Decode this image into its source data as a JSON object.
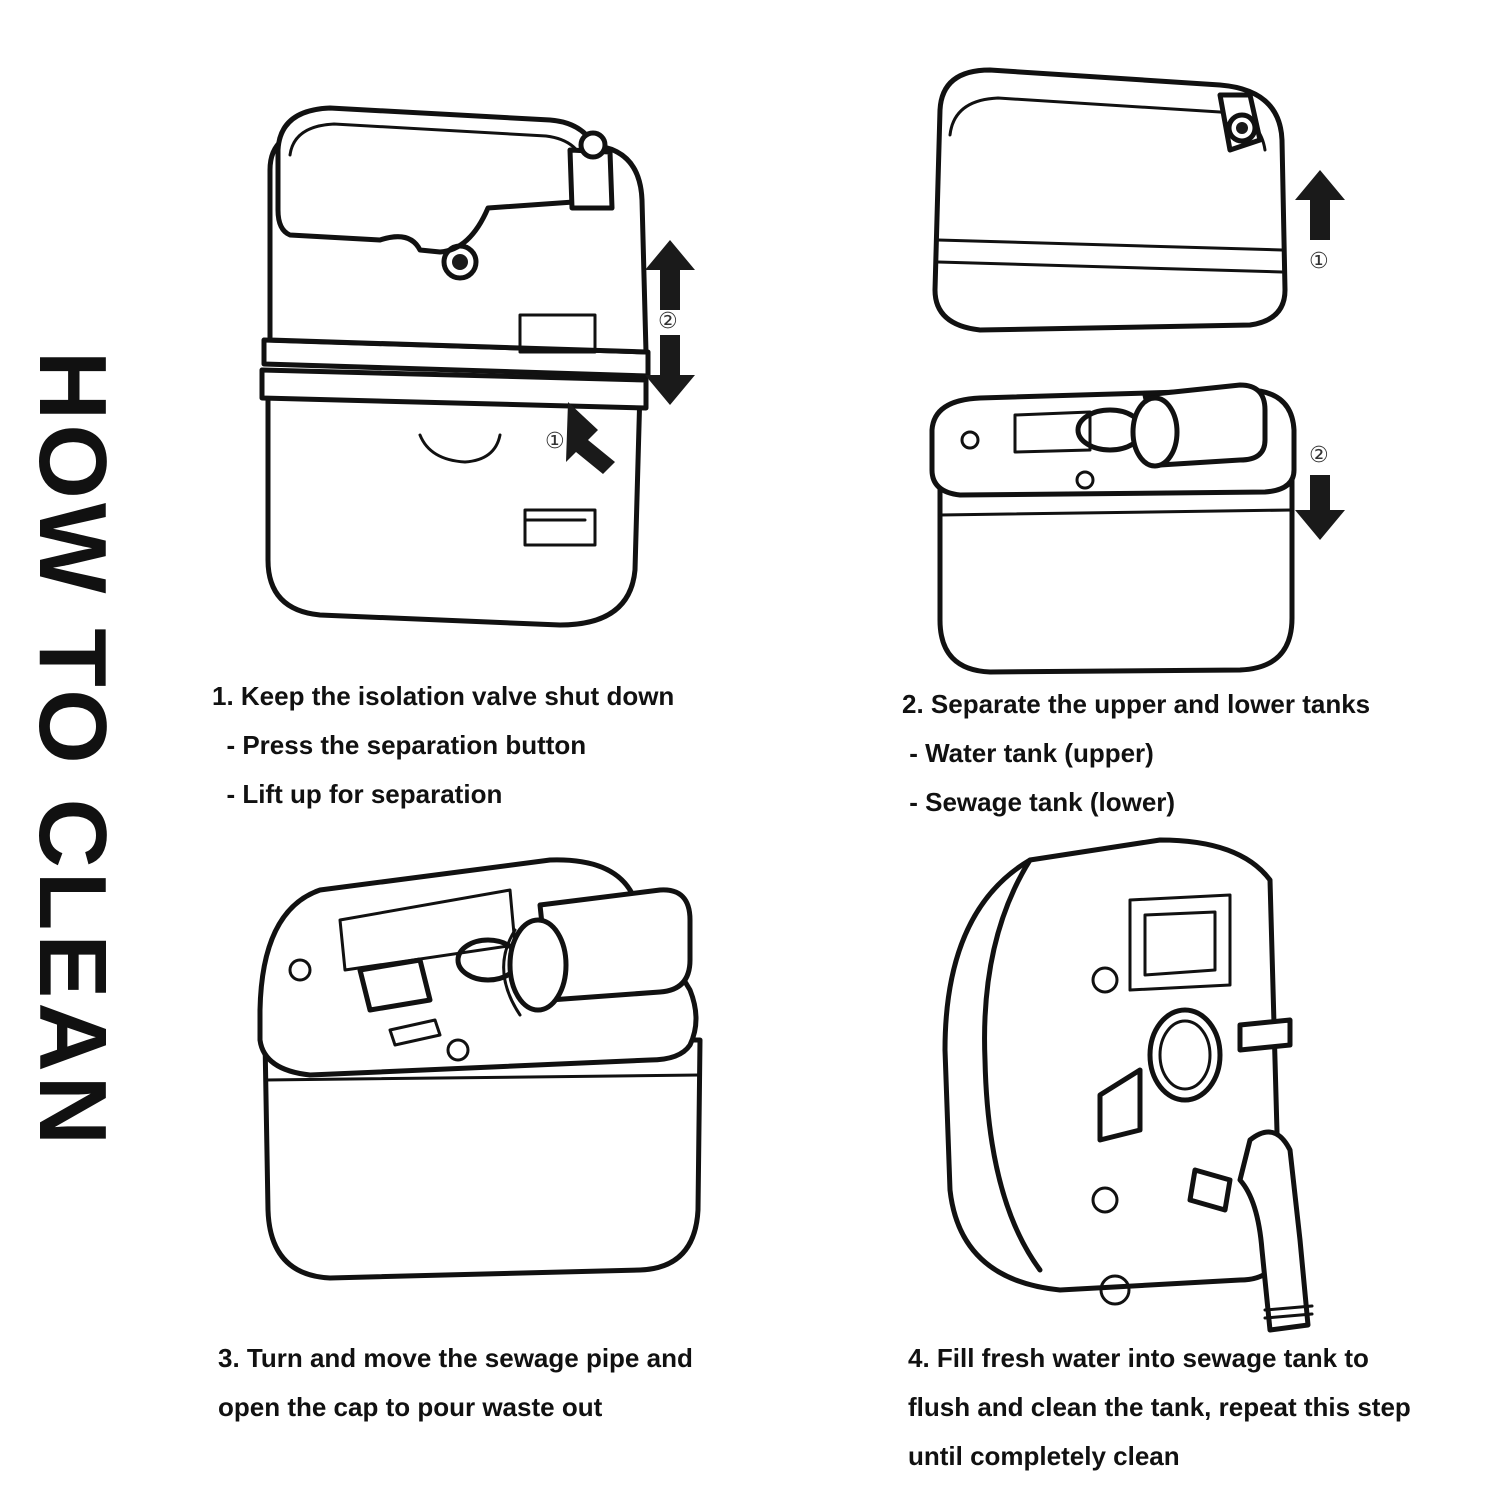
{
  "title": "HOW TO CLEAN",
  "steps": [
    {
      "lines": [
        "1. Keep the isolation valve shut down",
        "  - Press the separation button",
        "  - Lift up for separation"
      ],
      "markers": [
        "①",
        "②"
      ]
    },
    {
      "lines": [
        "2. Separate the upper and lower tanks",
        " - Water tank (upper)",
        " - Sewage tank (lower)"
      ],
      "markers": [
        "①",
        "②"
      ]
    },
    {
      "lines": [
        "3. Turn and move the sewage pipe and",
        "open the cap to pour waste out"
      ]
    },
    {
      "lines": [
        "4. Fill fresh water into sewage tank to",
        "flush and clean the tank, repeat this step",
        "until completely clean"
      ]
    }
  ]
}
